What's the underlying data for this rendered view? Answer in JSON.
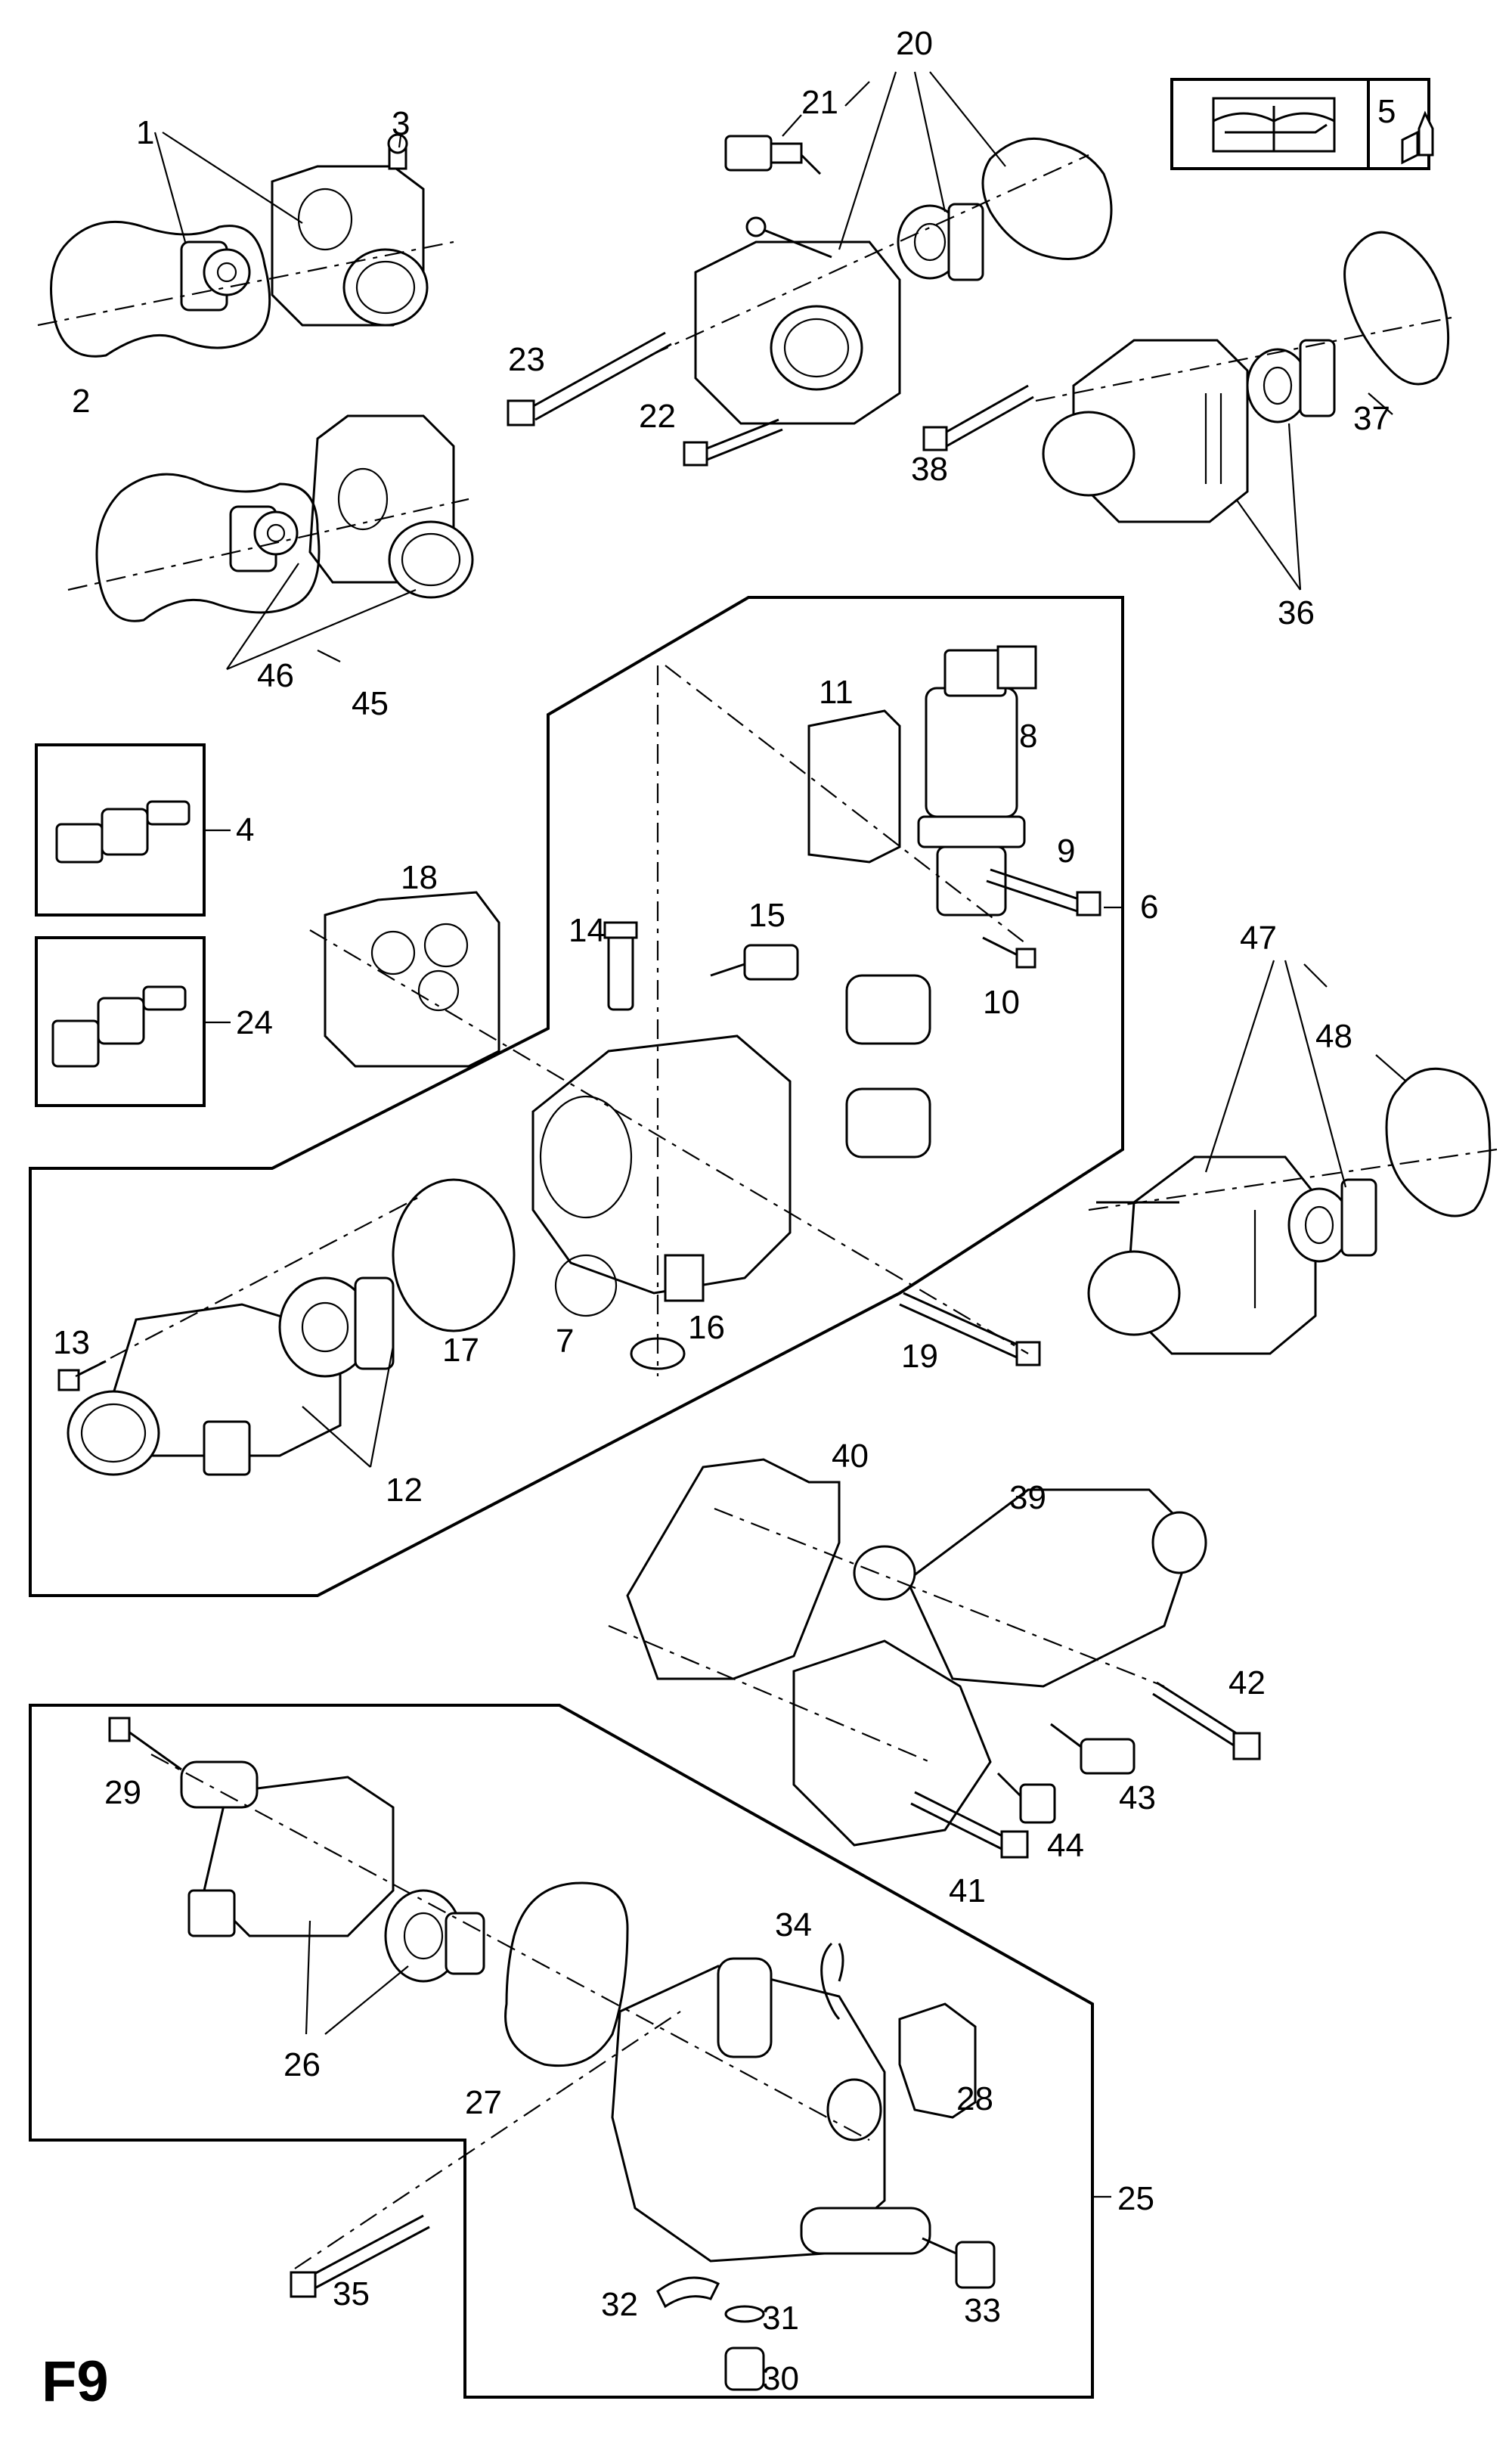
{
  "page_code": "F9",
  "callouts": {
    "c1": "1",
    "c2": "2",
    "c3": "3",
    "c4": "4",
    "c5": "5",
    "c6": "6",
    "c7": "7",
    "c8": "8",
    "c9": "9",
    "c10": "10",
    "c11": "11",
    "c12": "12",
    "c13": "13",
    "c14": "14",
    "c15": "15",
    "c16": "16",
    "c17": "17",
    "c18": "18",
    "c19": "19",
    "c20": "20",
    "c21": "21",
    "c22": "22",
    "c23": "23",
    "c24": "24",
    "c25": "25",
    "c26": "26",
    "c27": "27",
    "c28": "28",
    "c29": "29",
    "c30": "30",
    "c31": "31",
    "c32": "32",
    "c33": "33",
    "c34": "34",
    "c35": "35",
    "c36": "36",
    "c37": "37",
    "c38": "38",
    "c39": "39",
    "c40": "40",
    "c41": "41",
    "c42": "42",
    "c43": "43",
    "c44": "44",
    "c45": "45",
    "c46": "46",
    "c47": "47",
    "c48": "48"
  },
  "icons": {
    "service_manual": "book-wrench-icon",
    "sealant": "sealant-tube-icon"
  }
}
